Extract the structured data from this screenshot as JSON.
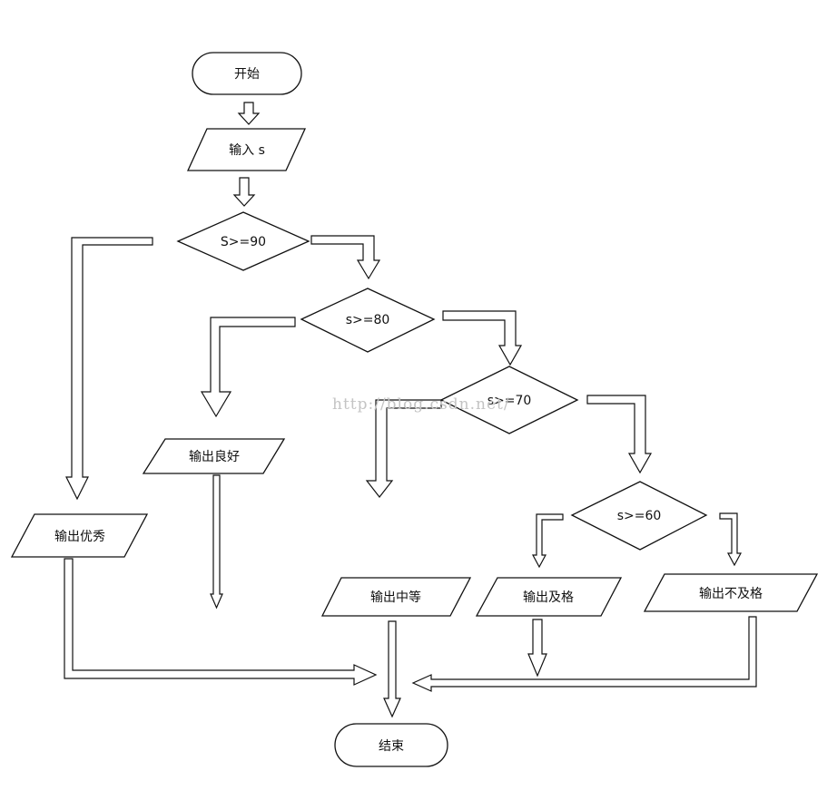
{
  "flowchart": {
    "start": "开始",
    "input": "输入 s",
    "cond90": "S>=90",
    "cond80": "s>=80",
    "cond70": "s>=70",
    "cond60": "s>=60",
    "out_excellent": "输出优秀",
    "out_good": "输出良好",
    "out_medium": "输出中等",
    "out_pass": "输出及格",
    "out_fail": "输出不及格",
    "end": "结束"
  },
  "watermark": "http://blog.csdn.net/"
}
